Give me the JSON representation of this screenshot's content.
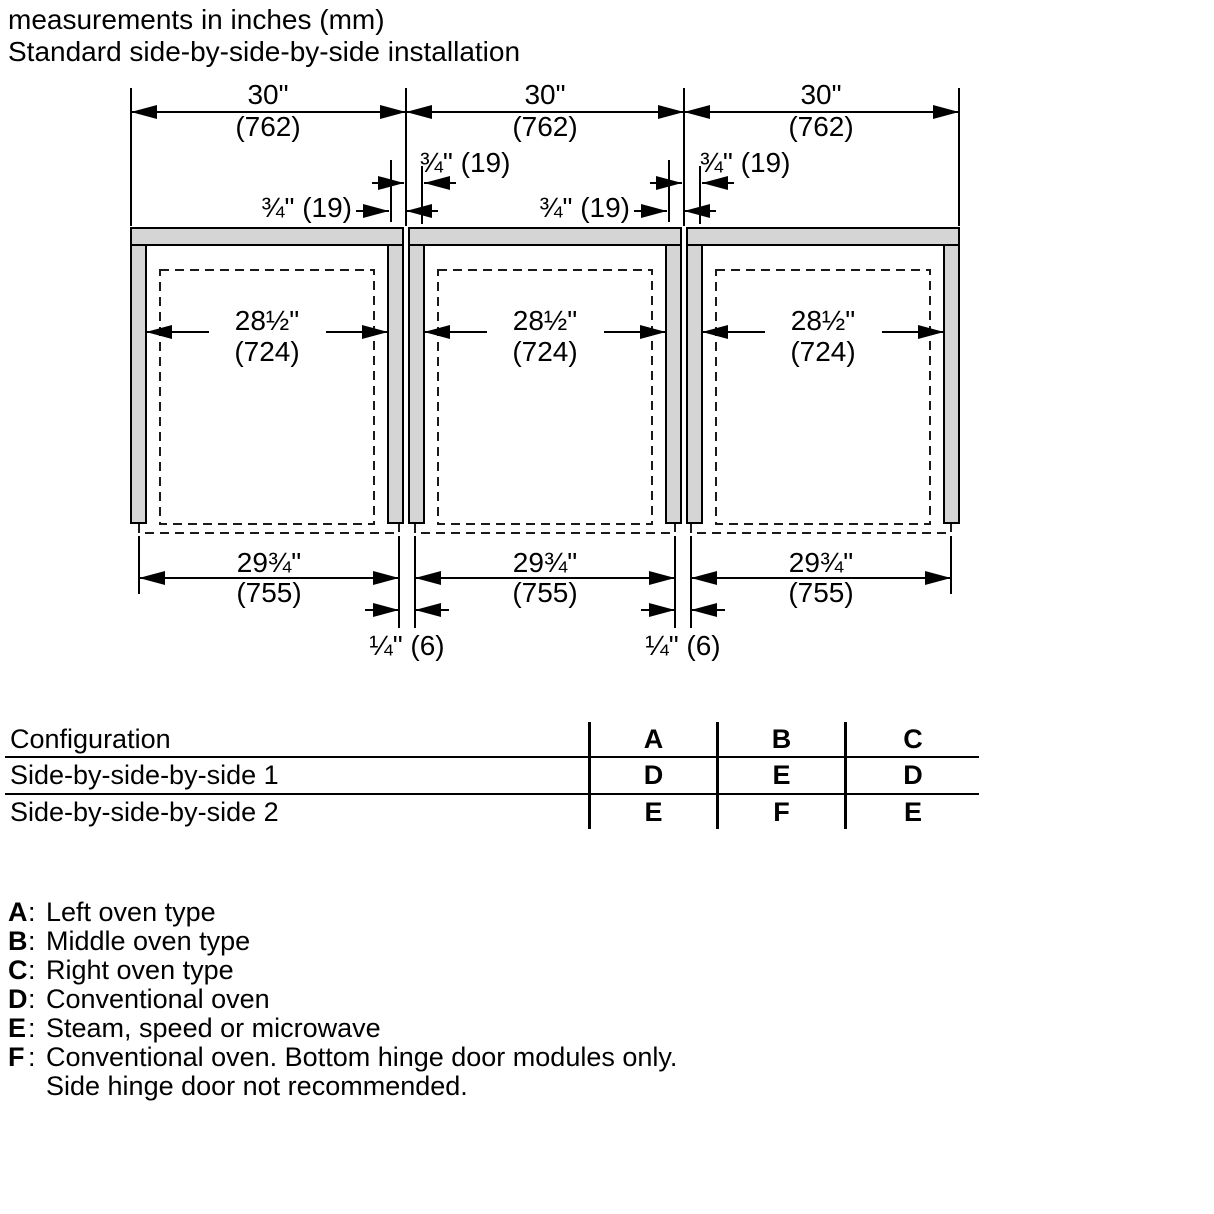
{
  "header": {
    "line1": "measurements in inches (mm)",
    "line2": "Standard side-by-side-by-side installation"
  },
  "diagram": {
    "niche_width_in": "30\"",
    "niche_width_mm": "(762)",
    "side_panel_in": "¾\" (19)",
    "cutout_width_in": "28½\"",
    "cutout_width_mm": "(724)",
    "front_width_in": "29¾\"",
    "front_width_mm": "(755)",
    "front_gap_in": "¼\" (6)",
    "colors": {
      "cabinet_fill": "#d5d5d5",
      "line": "#000000"
    }
  },
  "table": {
    "headers": [
      "Configuration",
      "A",
      "B",
      "C"
    ],
    "rows": [
      {
        "label": "Side-by-side-by-side 1",
        "values": [
          "D",
          "E",
          "D"
        ]
      },
      {
        "label": "Side-by-side-by-side 2",
        "values": [
          "E",
          "F",
          "E"
        ]
      }
    ]
  },
  "legend": {
    "separator": ":",
    "items": [
      {
        "key": "A",
        "text": "Left oven type"
      },
      {
        "key": "B",
        "text": "Middle oven type"
      },
      {
        "key": "C",
        "text": "Right oven type"
      },
      {
        "key": "D",
        "text": "Conventional oven"
      },
      {
        "key": "E",
        "text": "Steam, speed or microwave"
      },
      {
        "key": "F",
        "text": "Conventional oven. Bottom hinge door modules only.",
        "text2": "Side hinge door not recommended."
      }
    ]
  }
}
